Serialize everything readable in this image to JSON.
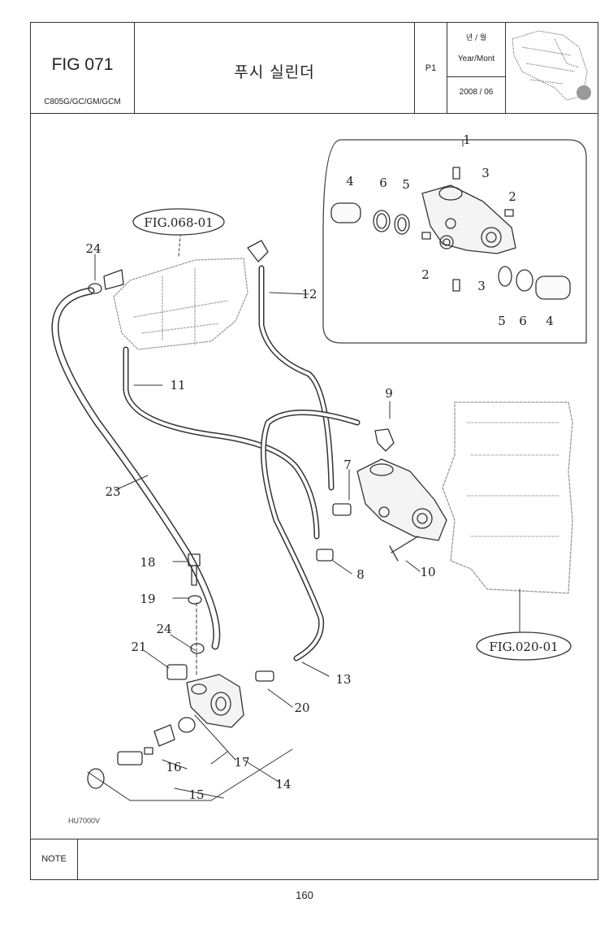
{
  "header": {
    "fig_number": "FIG 071",
    "model": "C805G/GC/GM/GCM",
    "title": "푸시 실린더",
    "page_code": "P1",
    "date_label_korean": "년 / 월",
    "date_label_english": "Year/Mont",
    "date_value": "2008 / 06"
  },
  "diagram": {
    "callouts": {
      "c1": "1",
      "c2a": "2",
      "c2b": "2",
      "c3a": "3",
      "c3b": "3",
      "c4a": "4",
      "c4b": "4",
      "c5a": "5",
      "c5b": "5",
      "c6a": "6",
      "c6b": "6",
      "c7": "7",
      "c8": "8",
      "c9": "9",
      "c10": "10",
      "c11": "11",
      "c12": "12",
      "c13": "13",
      "c14": "14",
      "c15": "15",
      "c16": "16",
      "c17": "17",
      "c18": "18",
      "c19": "19",
      "c20": "20",
      "c21": "21",
      "c23": "23",
      "c24a": "24",
      "c24b": "24"
    },
    "ref_fig_068": "FIG.068-01",
    "ref_fig_020": "FIG.020-01",
    "drawing_code": "HU7000V"
  },
  "footer": {
    "note_label": "NOTE",
    "page_number": "160"
  }
}
